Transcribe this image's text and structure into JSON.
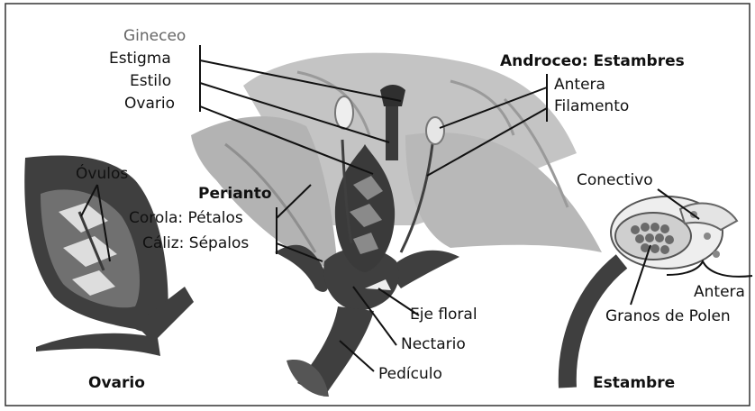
{
  "colors": {
    "petal": "#b5b5b5",
    "petal_vein": "#8f8f8f",
    "dark": "#3f3f3f",
    "mid": "#7a7a7a",
    "light": "#d9d9d9",
    "line": "#111111"
  },
  "labels": {
    "gineceo": "Gineceo",
    "estigma": "Estigma",
    "estilo": "Estilo",
    "ovario": "Ovario",
    "androceo": "Androceo: Estambres",
    "antera": "Antera",
    "filamento": "Filamento",
    "ovulos": "Óvulos",
    "perianto": "Perianto",
    "corola": "Corola: Pétalos",
    "caliz": "Cáliz: Sépalos",
    "conectivo": "Conectivo",
    "antera_right": "Antera",
    "granos": "Granos de Polen",
    "eje_floral": "Eje floral",
    "nectario": "Nectario",
    "pediculo": "Pedículo",
    "ovario_caption": "Ovario",
    "estambre_caption": "Estambre"
  }
}
